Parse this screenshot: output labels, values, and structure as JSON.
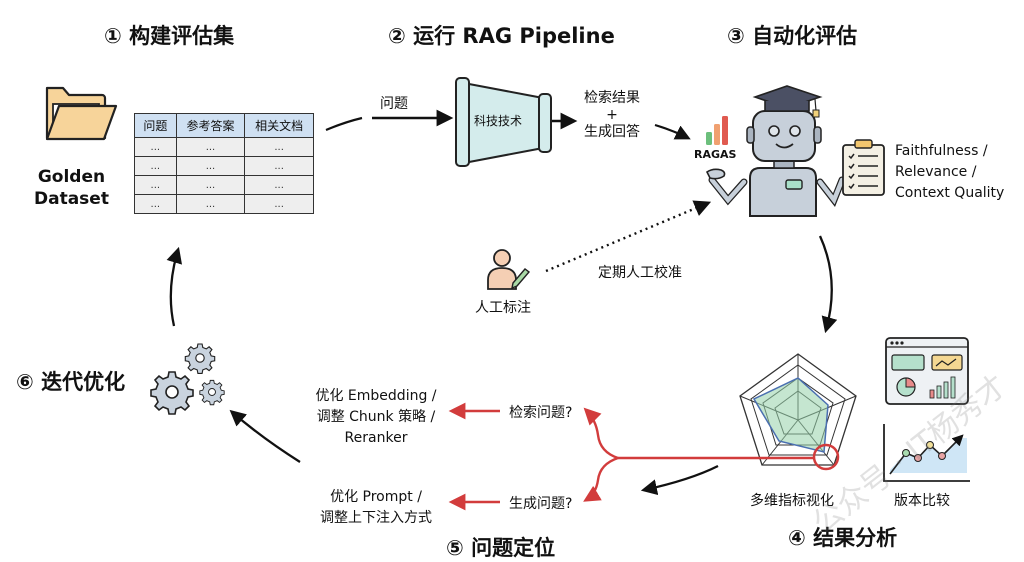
{
  "steps": {
    "s1": "① 构建评估集",
    "s2": "② 运行 RAG Pipeline",
    "s3": "③ 自动化评估",
    "s4": "④ 结果分析",
    "s5": "⑤ 问题定位",
    "s6": "⑥ 迭代优化"
  },
  "dataset": {
    "label_line1": "Golden",
    "label_line2": "Dataset",
    "columns": [
      "问题",
      "参考答案",
      "相关文档"
    ],
    "rows": [
      [
        "...",
        "...",
        "..."
      ],
      [
        "...",
        "...",
        "..."
      ],
      [
        "...",
        "...",
        "..."
      ],
      [
        "...",
        "...",
        "..."
      ]
    ]
  },
  "pipeline": {
    "input_label": "问题",
    "funnel_label": "科技技术",
    "output_line1": "检索结果",
    "output_plus": "+",
    "output_line2": "生成回答"
  },
  "evaluation": {
    "ragas_label": "RAGAS",
    "metrics_line1": "Faithfulness /",
    "metrics_line2": "Relevance /",
    "metrics_line3": "Context Quality"
  },
  "human": {
    "label": "人工标注",
    "calibration_label": "定期人工校准"
  },
  "analysis": {
    "radar_label": "多维指标视化",
    "version_label": "版本比较"
  },
  "diagnosis": {
    "retrieval_issue": "检索问题?",
    "generation_issue": "生成问题?",
    "retrieval_fix_line1": "优化 Embedding /",
    "retrieval_fix_line2": "调整 Chunk 策略 /",
    "retrieval_fix_line3": "Reranker",
    "generation_fix_line1": "优化 Prompt /",
    "generation_fix_line2": "调整上下注入方式"
  },
  "watermark": "公众号 · IT杨秀才",
  "colors": {
    "accent_red": "#d23c3c",
    "funnel_fill": "#d4ecec",
    "table_header": "#cfe0f2",
    "radar_fill": "#bfe3cc",
    "folder_fill": "#f7d49a",
    "robot_body": "#c7d0da",
    "cap": "#4b5064"
  }
}
